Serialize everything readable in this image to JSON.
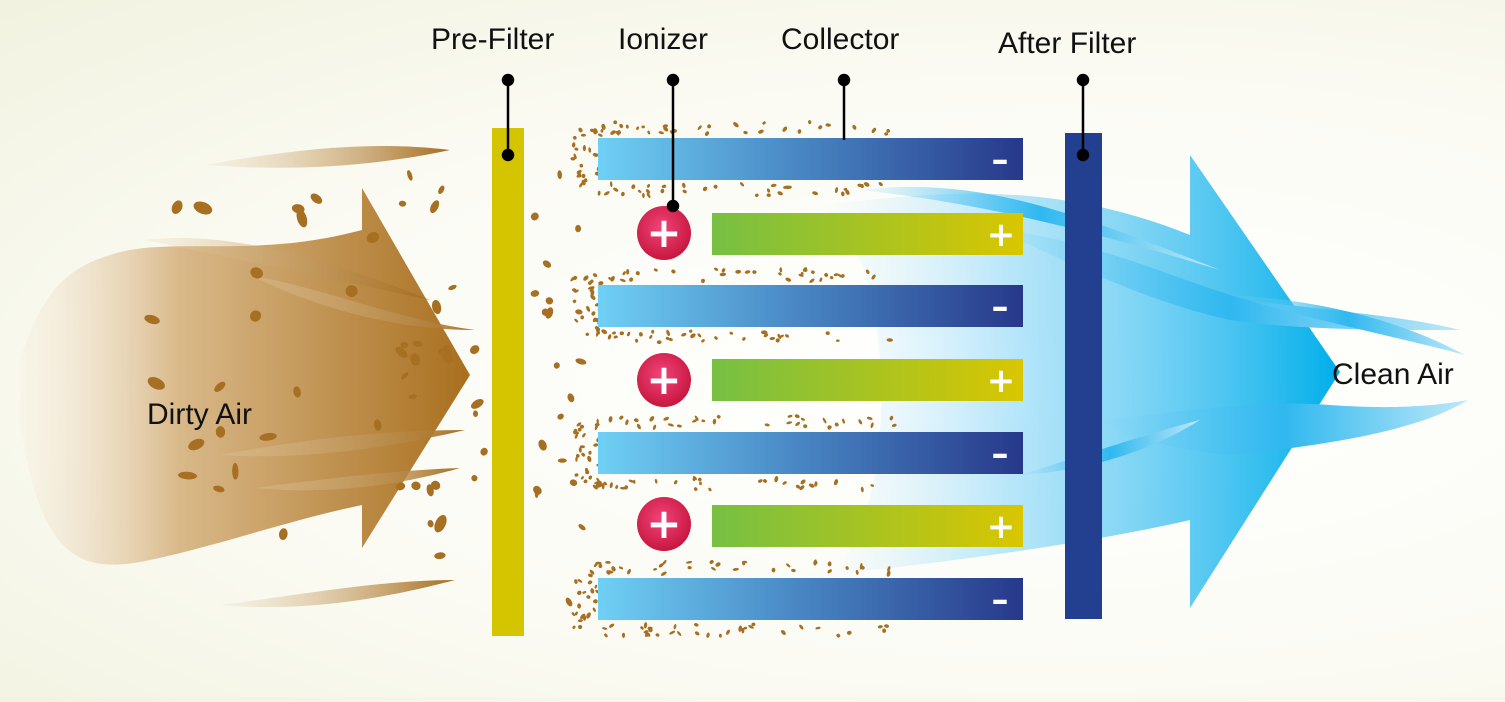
{
  "labels": {
    "pre_filter": "Pre-Filter",
    "ionizer": "Ionizer",
    "collector": "Collector",
    "after_filter": "After Filter",
    "dirty_air": "Dirty Air",
    "clean_air": "Clean Air"
  },
  "signs": {
    "negative": "–",
    "positive": "+"
  },
  "colors": {
    "pre_filter": "#d5c400",
    "after_filter": "#233f8f",
    "dirty_air": "#b07a2a",
    "clean_air": "#00b2ec",
    "ionizer": "#e32a5e",
    "plate_negative_start": "#6fd0f5",
    "plate_negative_end": "#27388a",
    "plate_positive_start": "#76c043",
    "plate_positive_end": "#d9c600",
    "particle": "#a66f22"
  }
}
